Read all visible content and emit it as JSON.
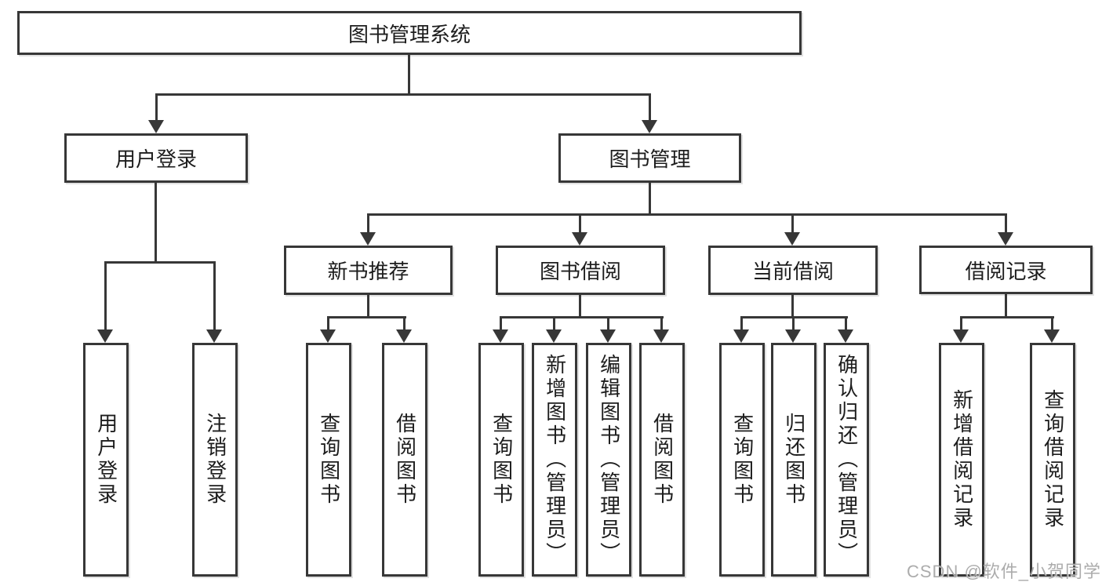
{
  "diagram_type": "hierarchy-tree",
  "tree": {
    "root": {
      "label": "图书管理系统"
    },
    "branches": [
      {
        "label": "用户登录",
        "children": [
          {
            "label": "用户登录"
          },
          {
            "label": "注销登录"
          }
        ]
      },
      {
        "label": "图书管理",
        "children": [
          {
            "label": "新书推荐",
            "children": [
              {
                "label": "查询图书"
              },
              {
                "label": "借阅图书"
              }
            ]
          },
          {
            "label": "图书借阅",
            "children": [
              {
                "label": "查询图书"
              },
              {
                "label": "新增图书（管理员）"
              },
              {
                "label": "编辑图书（管理员）"
              },
              {
                "label": "借阅图书"
              }
            ]
          },
          {
            "label": "当前借阅",
            "children": [
              {
                "label": "查询图书"
              },
              {
                "label": "归还图书"
              },
              {
                "label": "确认归还（管理员）"
              }
            ]
          },
          {
            "label": "借阅记录",
            "children": [
              {
                "label": "新增借阅记录"
              },
              {
                "label": "查询借阅记录"
              }
            ]
          }
        ]
      }
    ]
  },
  "watermark": "CSDN @软件_小贺同学",
  "colors": {
    "line": "#373737",
    "box_border": "#373737",
    "box_fill": "#ffffff",
    "text": "#1d1d1d",
    "watermark": "#9e9e9e",
    "background": "#ffffff"
  }
}
